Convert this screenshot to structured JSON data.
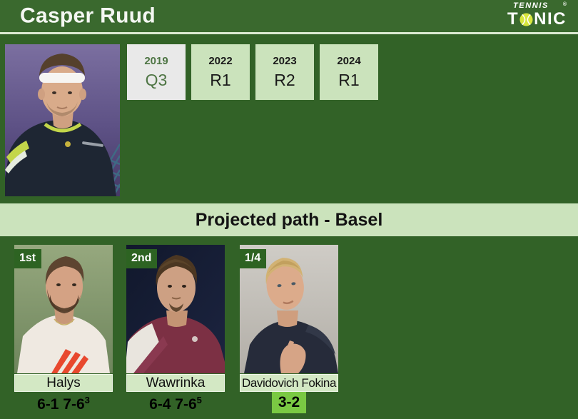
{
  "header": {
    "player_name": "Casper Ruud",
    "logo": {
      "top": "TENNIS",
      "registered": "®",
      "tonic_left": "T",
      "tonic_right": "NIC"
    }
  },
  "history": [
    {
      "year": "2019",
      "result": "Q3"
    },
    {
      "year": "2022",
      "result": "R1"
    },
    {
      "year": "2023",
      "result": "R2"
    },
    {
      "year": "2024",
      "result": "R1"
    }
  ],
  "section_title": "Projected path - Basel",
  "opponents": [
    {
      "round": "1st",
      "name": "Halys",
      "score_main": "6-1 7-6",
      "score_sup": "3"
    },
    {
      "round": "2nd",
      "name": "Wawrinka",
      "score_main": "6-4 7-6",
      "score_sup": "5"
    },
    {
      "round": "1/4",
      "name": "Davidovich Fokina",
      "h2h": "3-2"
    }
  ],
  "icons": {
    "tennis_ball_icon": "yellow-green circle with white seam arcs"
  },
  "colors": {
    "background_green": "#326227",
    "header_green": "#3a692e",
    "light_green": "#cbe3bc",
    "past_year_gray": "#e9e9e9",
    "past_year_text": "#4e7544",
    "h2h_badge_green": "#7ac943",
    "round_badge_green": "#2d6322",
    "title_text": "#ffffff",
    "body_text": "#111111"
  }
}
